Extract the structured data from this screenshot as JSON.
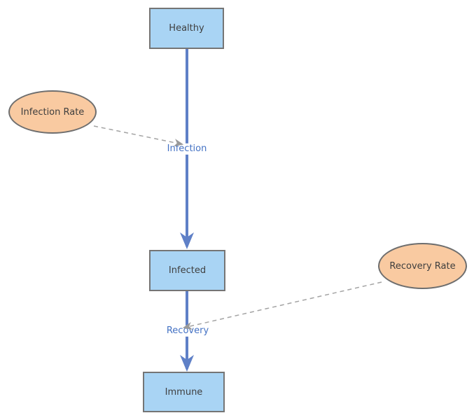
{
  "nodes": {
    "healthy": {
      "label": "Healthy",
      "shape": "rectangle"
    },
    "infected": {
      "label": "Infected",
      "shape": "rectangle"
    },
    "immune": {
      "label": "Immune",
      "shape": "rectangle"
    },
    "infection_rate": {
      "label": "Infection Rate",
      "shape": "ellipse"
    },
    "recovery_rate": {
      "label": "Recovery Rate",
      "shape": "ellipse"
    }
  },
  "flows": {
    "infection": {
      "label": "Infection",
      "from": "Healthy",
      "to": "Infected"
    },
    "recovery": {
      "label": "Recovery",
      "from": "Infected",
      "to": "Immune"
    }
  },
  "connectors": {
    "infection_rate_link": {
      "from": "Infection Rate",
      "to": "Infection",
      "style": "dashed"
    },
    "recovery_rate_link": {
      "from": "Recovery Rate",
      "to": "Recovery",
      "style": "dashed"
    }
  },
  "colors": {
    "node_fill": "#a9d4f4",
    "node_border": "#757575",
    "ellipse_fill": "#f9caa1",
    "ellipse_border": "#6e6e6e",
    "flow_arrow": "#5f80c7",
    "flow_label_text": "#4472c4",
    "dashed_connector": "#a3a3a3",
    "node_text": "#3f3f3f",
    "background": "#ffffff"
  }
}
